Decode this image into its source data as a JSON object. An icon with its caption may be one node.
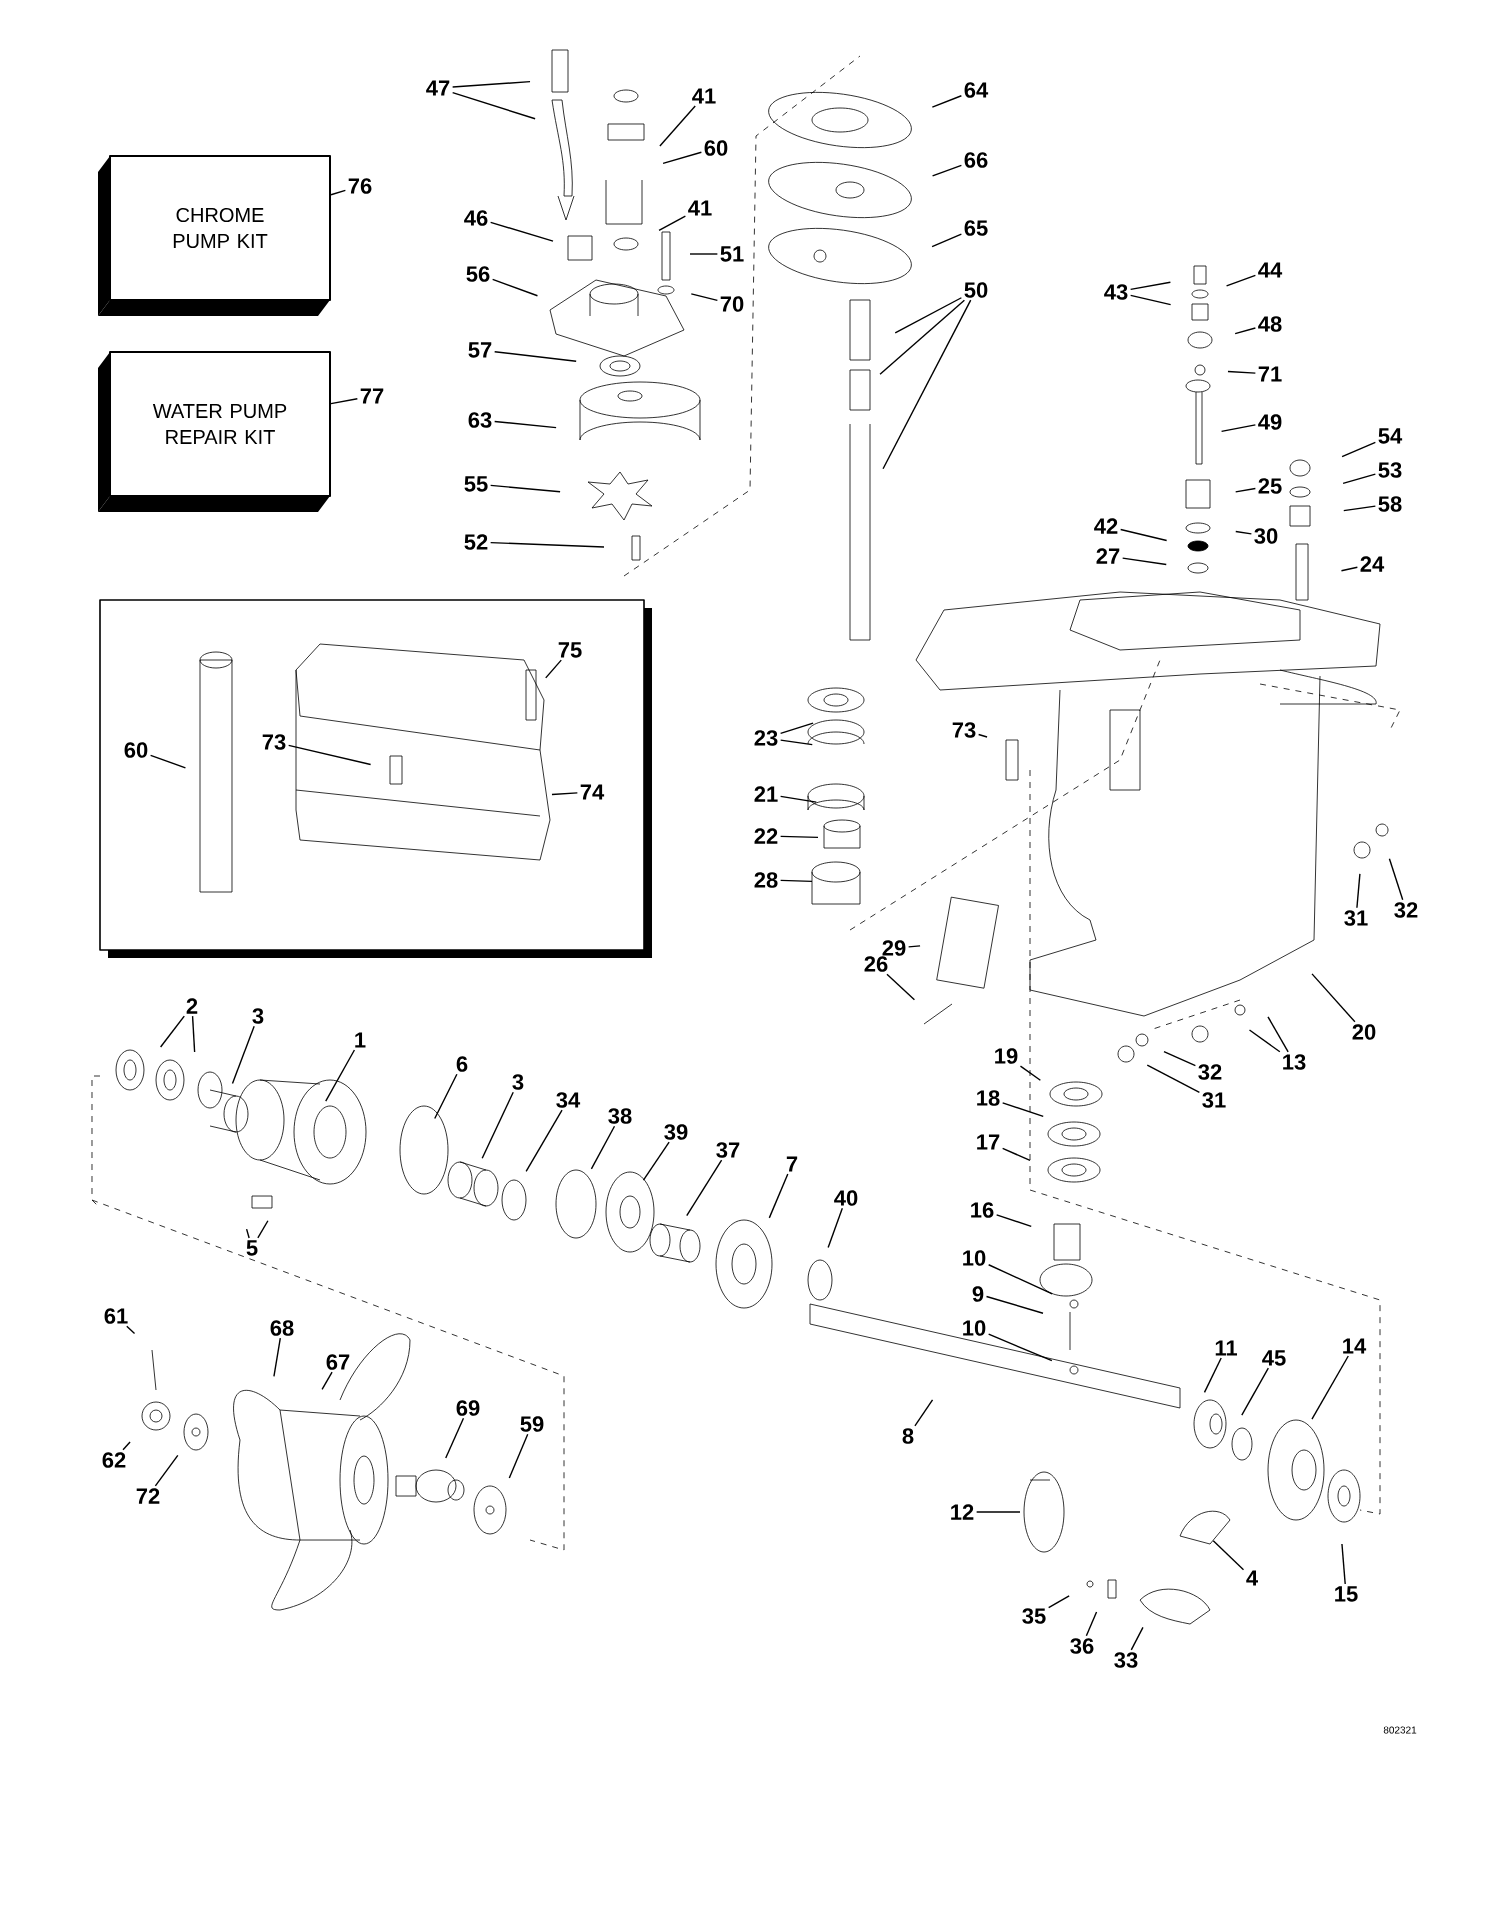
{
  "diagram": {
    "nodes": [
      {
        "text": [
          "CHROME PUMP KIT"
        ]
      },
      {
        "text": [
          "WATER PUMP REPAIR KIT"
        ]
      },
      {
        "text": [],
        "shape": "box"
      },
      {
        "text": [
          "47"
        ]
      },
      {
        "text": [
          "41"
        ]
      },
      {
        "text": [
          "64"
        ]
      },
      {
        "text": [
          "60"
        ]
      },
      {
        "text": [
          "66"
        ]
      },
      {
        "text": [
          "76"
        ]
      },
      {
        "text": [
          "41"
        ]
      },
      {
        "text": [
          "46"
        ]
      },
      {
        "text": [
          "65"
        ]
      },
      {
        "text": [
          "51"
        ]
      },
      {
        "text": [
          "56"
        ]
      },
      {
        "text": [
          "43"
        ]
      },
      {
        "text": [
          "44"
        ]
      },
      {
        "text": [
          "50"
        ]
      },
      {
        "text": [
          "70"
        ]
      },
      {
        "text": [
          "48"
        ]
      },
      {
        "text": [
          "57"
        ]
      },
      {
        "text": [
          "71"
        ]
      },
      {
        "text": [
          "77"
        ]
      },
      {
        "text": [
          "63"
        ]
      },
      {
        "text": [
          "49"
        ]
      },
      {
        "text": [
          "54"
        ]
      },
      {
        "text": [
          "53"
        ]
      },
      {
        "text": [
          "55"
        ]
      },
      {
        "text": [
          "25"
        ]
      },
      {
        "text": [
          "58"
        ]
      },
      {
        "text": [
          "42"
        ]
      },
      {
        "text": [
          "30"
        ]
      },
      {
        "text": [
          "52"
        ]
      },
      {
        "text": [
          "27"
        ]
      },
      {
        "text": [
          "24"
        ]
      },
      {
        "text": [
          "75"
        ],
        "in": 2
      },
      {
        "text": [
          "73"
        ],
        "in": 2
      },
      {
        "text": [
          "60"
        ],
        "in": 2
      },
      {
        "text": [
          "74"
        ],
        "in": 2
      },
      {
        "text": [
          "23"
        ]
      },
      {
        "text": [
          "73"
        ]
      },
      {
        "text": [
          "21"
        ]
      },
      {
        "text": [
          "22"
        ]
      },
      {
        "text": [
          "28"
        ]
      },
      {
        "text": [
          "31"
        ]
      },
      {
        "text": [
          "32"
        ]
      },
      {
        "text": [
          "29"
        ]
      },
      {
        "text": [
          "26"
        ]
      },
      {
        "text": [
          "2"
        ]
      },
      {
        "text": [
          "3"
        ]
      },
      {
        "text": [
          "20"
        ]
      },
      {
        "text": [
          "1"
        ]
      },
      {
        "text": [
          "19"
        ]
      },
      {
        "text": [
          "13"
        ]
      },
      {
        "text": [
          "32"
        ]
      },
      {
        "text": [
          "6"
        ]
      },
      {
        "text": [
          "3"
        ]
      },
      {
        "text": [
          "31"
        ]
      },
      {
        "text": [
          "18"
        ]
      },
      {
        "text": [
          "34"
        ]
      },
      {
        "text": [
          "38"
        ]
      },
      {
        "text": [
          "39"
        ]
      },
      {
        "text": [
          "17"
        ]
      },
      {
        "text": [
          "37"
        ]
      },
      {
        "text": [
          "7"
        ]
      },
      {
        "text": [
          "40"
        ]
      },
      {
        "text": [
          "16"
        ]
      },
      {
        "text": [
          "5"
        ]
      },
      {
        "text": [
          "10"
        ]
      },
      {
        "text": [
          "9"
        ]
      },
      {
        "text": [
          "61"
        ]
      },
      {
        "text": [
          "68"
        ]
      },
      {
        "text": [
          "10"
        ]
      },
      {
        "text": [
          "11"
        ]
      },
      {
        "text": [
          "14"
        ]
      },
      {
        "text": [
          "45"
        ]
      },
      {
        "text": [
          "67"
        ]
      },
      {
        "text": [
          "69"
        ]
      },
      {
        "text": [
          "59"
        ]
      },
      {
        "text": [
          "8"
        ]
      },
      {
        "text": [
          "62"
        ]
      },
      {
        "text": [
          "72"
        ]
      },
      {
        "text": [
          "12"
        ]
      },
      {
        "text": [
          "4"
        ]
      },
      {
        "text": [
          "15"
        ]
      },
      {
        "text": [
          "35"
        ]
      },
      {
        "text": [
          "36"
        ]
      },
      {
        "text": [
          "33"
        ]
      }
    ],
    "edges": [
      {
        "from": 3,
        "to": null,
        "arrow": "none"
      },
      {
        "from": 3,
        "to": null,
        "arrow": "none"
      },
      {
        "from": 4,
        "to": null,
        "arrow": "none"
      },
      {
        "from": 5,
        "to": null,
        "arrow": "none"
      },
      {
        "from": 6,
        "to": null,
        "arrow": "none"
      },
      {
        "from": 7,
        "to": null,
        "arrow": "none"
      },
      {
        "from": 8,
        "to": 0,
        "arrow": "none"
      },
      {
        "from": 9,
        "to": null,
        "arrow": "none"
      },
      {
        "from": 10,
        "to": null,
        "arrow": "none"
      },
      {
        "from": 11,
        "to": null,
        "arrow": "none"
      },
      {
        "from": 12,
        "to": null,
        "arrow": "none"
      },
      {
        "from": 13,
        "to": null,
        "arrow": "none"
      },
      {
        "from": 14,
        "to": null,
        "arrow": "none"
      },
      {
        "from": 14,
        "to": null,
        "arrow": "none"
      },
      {
        "from": 15,
        "to": null,
        "arrow": "none"
      },
      {
        "from": 16,
        "to": null,
        "arrow": "none"
      },
      {
        "from": 16,
        "to": null,
        "arrow": "none"
      },
      {
        "from": 16,
        "to": null,
        "arrow": "none"
      },
      {
        "from": 17,
        "to": null,
        "arrow": "none"
      },
      {
        "from": 18,
        "to": null,
        "arrow": "none"
      },
      {
        "from": 19,
        "to": null,
        "arrow": "none"
      },
      {
        "from": 20,
        "to": null,
        "arrow": "none"
      },
      {
        "from": 21,
        "to": 1,
        "arrow": "none"
      },
      {
        "from": 22,
        "to": null,
        "arrow": "none"
      },
      {
        "from": 23,
        "to": null,
        "arrow": "none"
      },
      {
        "from": 24,
        "to": null,
        "arrow": "none"
      },
      {
        "from": 25,
        "to": null,
        "arrow": "none"
      },
      {
        "from": 26,
        "to": null,
        "arrow": "none"
      },
      {
        "from": 27,
        "to": null,
        "arrow": "none"
      },
      {
        "from": 28,
        "to": null,
        "arrow": "none"
      },
      {
        "from": 29,
        "to": null,
        "arrow": "none"
      },
      {
        "from": 30,
        "to": null,
        "arrow": "none"
      },
      {
        "from": 31,
        "to": null,
        "arrow": "none"
      },
      {
        "from": 32,
        "to": null,
        "arrow": "none"
      },
      {
        "from": 33,
        "to": null,
        "arrow": "none"
      },
      {
        "from": 34,
        "to": null,
        "arrow": "none"
      },
      {
        "from": 35,
        "to": null,
        "arrow": "none"
      },
      {
        "from": 36,
        "to": null,
        "arrow": "none"
      },
      {
        "from": 37,
        "to": null,
        "arrow": "none"
      },
      {
        "from": 38,
        "to": null,
        "arrow": "none"
      },
      {
        "from": 38,
        "to": null,
        "arrow": "none"
      },
      {
        "from": 39,
        "to": null,
        "arrow": "none"
      },
      {
        "from": 40,
        "to": null,
        "arrow": "none"
      },
      {
        "from": 41,
        "to": null,
        "arrow": "none"
      },
      {
        "from": 42,
        "to": null,
        "arrow": "none"
      },
      {
        "from": 43,
        "to": null,
        "arrow": "none"
      },
      {
        "from": 44,
        "to": null,
        "arrow": "none"
      },
      {
        "from": 45,
        "to": null,
        "arrow": "none"
      },
      {
        "from": 46,
        "to": null,
        "arrow": "none"
      },
      {
        "from": 47,
        "to": null,
        "arrow": "none"
      },
      {
        "from": 47,
        "to": null,
        "arrow": "none"
      },
      {
        "from": 48,
        "to": null,
        "arrow": "none"
      },
      {
        "from": 49,
        "to": null,
        "arrow": "none"
      },
      {
        "from": 50,
        "to": null,
        "arrow": "none"
      },
      {
        "from": 51,
        "to": null,
        "arrow": "none"
      },
      {
        "from": 52,
        "to": null,
        "arrow": "none"
      },
      {
        "from": 52,
        "to": null,
        "arrow": "none"
      },
      {
        "from": 53,
        "to": null,
        "arrow": "none"
      },
      {
        "from": 54,
        "to": null,
        "arrow": "none"
      },
      {
        "from": 55,
        "to": null,
        "arrow": "none"
      },
      {
        "from": 56,
        "to": null,
        "arrow": "none"
      },
      {
        "from": 57,
        "to": null,
        "arrow": "none"
      },
      {
        "from": 58,
        "to": null,
        "arrow": "none"
      },
      {
        "from": 59,
        "to": null,
        "arrow": "none"
      },
      {
        "from": 60,
        "to": null,
        "arrow": "none"
      },
      {
        "from": 61,
        "to": null,
        "arrow": "none"
      },
      {
        "from": 62,
        "to": null,
        "arrow": "none"
      },
      {
        "from": 63,
        "to": null,
        "arrow": "none"
      },
      {
        "from": 64,
        "to": null,
        "arrow": "none"
      },
      {
        "from": 65,
        "to": null,
        "arrow": "none"
      },
      {
        "from": 66,
        "to": null,
        "arrow": "none"
      },
      {
        "from": 66,
        "to": null,
        "arrow": "none"
      },
      {
        "from": 67,
        "to": null,
        "arrow": "none"
      },
      {
        "from": 68,
        "to": null,
        "arrow": "none"
      },
      {
        "from": 69,
        "to": null,
        "arrow": "none"
      },
      {
        "from": 70,
        "to": null,
        "arrow": "none"
      },
      {
        "from": 71,
        "to": null,
        "arrow": "none"
      },
      {
        "from": 72,
        "to": null,
        "arrow": "none"
      },
      {
        "from": 73,
        "to": null,
        "arrow": "none"
      },
      {
        "from": 74,
        "to": null,
        "arrow": "none"
      },
      {
        "from": 75,
        "to": null,
        "arrow": "none"
      },
      {
        "from": 76,
        "to": null,
        "arrow": "none"
      },
      {
        "from": 77,
        "to": null,
        "arrow": "none"
      },
      {
        "from": 78,
        "to": null,
        "arrow": "none"
      },
      {
        "from": 79,
        "to": null,
        "arrow": "none"
      },
      {
        "from": 80,
        "to": null,
        "arrow": "none"
      },
      {
        "from": 81,
        "to": null,
        "arrow": "none"
      },
      {
        "from": 82,
        "to": null,
        "arrow": "none"
      },
      {
        "from": 83,
        "to": null,
        "arrow": "none"
      },
      {
        "from": 84,
        "to": null,
        "arrow": "none"
      },
      {
        "from": 85,
        "to": null,
        "arrow": "none"
      },
      {
        "from": 86,
        "to": null,
        "arrow": "none"
      }
    ],
    "labels": [
      "802321"
    ]
  }
}
